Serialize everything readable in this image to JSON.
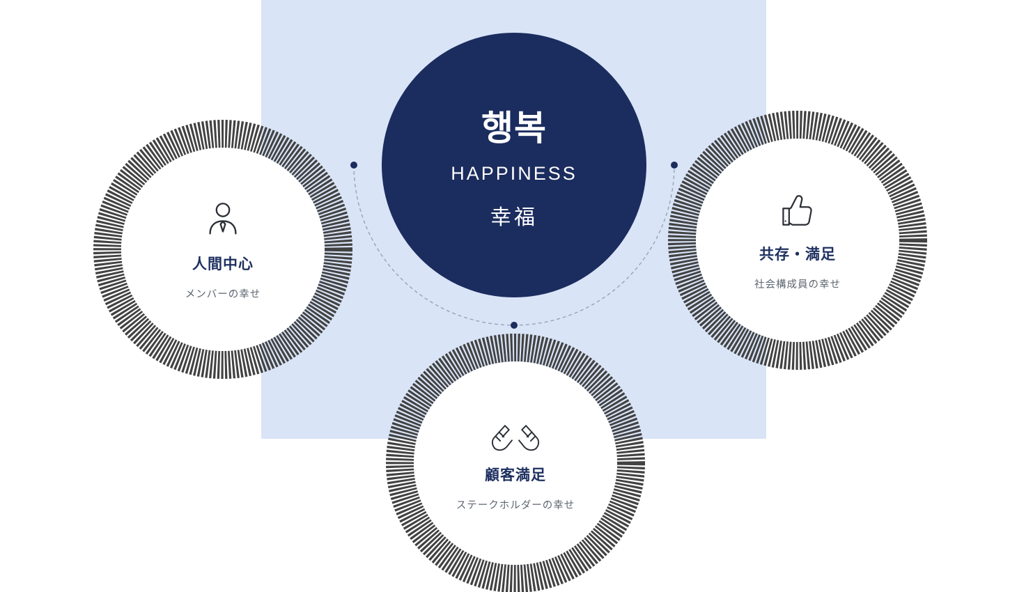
{
  "center": {
    "title_primary": "행복",
    "title_secondary": "HAPPINESS",
    "title_tertiary": "幸福"
  },
  "nodes": {
    "left": {
      "icon": "person-icon",
      "title": "人間中心",
      "subtitle": "メンバーの幸せ"
    },
    "right": {
      "icon": "thumbs-up-icon",
      "title": "共存・満足",
      "subtitle": "社会構成員の幸せ"
    },
    "bottom": {
      "icon": "hands-icon",
      "title": "顧客満足",
      "subtitle": "ステークホルダーの幸せ"
    }
  },
  "colors": {
    "navy": "#1b2c5e",
    "light_blue": "#d9e4f7",
    "ring_gray": "#424242",
    "subtitle_gray": "#5d6670",
    "arc_gray": "#99a3b3"
  }
}
